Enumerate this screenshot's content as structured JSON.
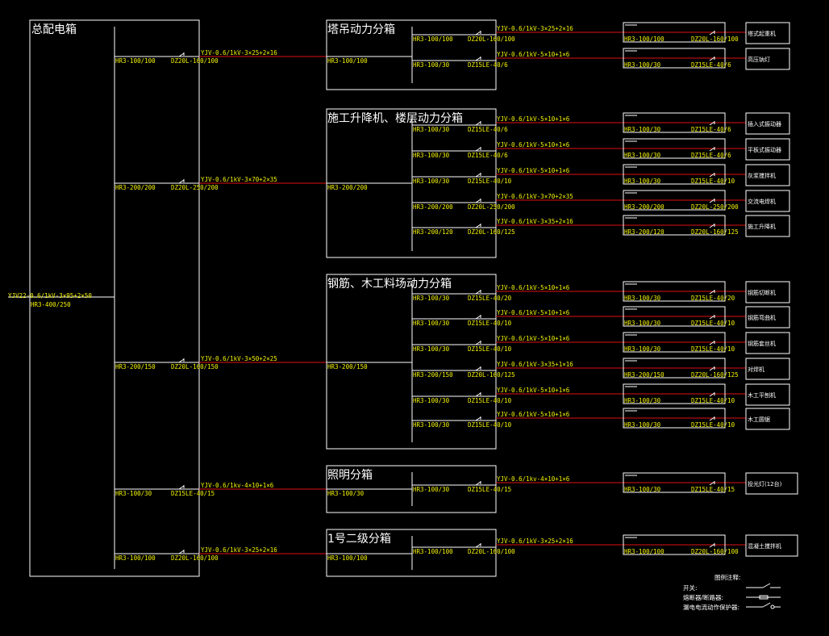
{
  "main_panel": {
    "title": "总配电箱",
    "incoming_cable": "YJV22-0.6/1kV-3×95+2×50",
    "incoming_switch": "HR3-400/250",
    "branches": [
      {
        "switch": "HR3-100/100",
        "breaker": "DZ20L-160/100",
        "cable": "YJV-0.6/1kV-3×25+2×16"
      },
      {
        "switch": "HR3-200/200",
        "breaker": "DZ20L-250/200",
        "cable": "YJV-0.6/1kV-3×70+2×35"
      },
      {
        "switch": "HR3-200/150",
        "breaker": "DZ20L-160/150",
        "cable": "YJV-0.6/1kV-3×50+2×25"
      },
      {
        "switch": "HR3-100/30",
        "breaker": "DZ15LE-40/15",
        "cable": "YJV-0.6/1kv-4×10+1×6"
      },
      {
        "switch": "HR3-100/100",
        "breaker": "DZ20L-160/100",
        "cable": "YJV-0.6/1kV-3×25+2×16"
      }
    ]
  },
  "sub_panels": [
    {
      "title": "塔吊动力分箱",
      "incoming_switch": "HR3-100/100",
      "outputs": [
        {
          "switch": "HR3-100/100",
          "breaker": "DZ20L-160/100",
          "cable": "YJV-0.6/1kV-3×25+2×16",
          "box_switch": "HR3-100/100",
          "box_breaker": "DZ20L-160/100",
          "load": "塔式起重机"
        },
        {
          "switch": "HR3-100/30",
          "breaker": "DZ15LE-40/6",
          "cable": "YJV-0.6/1kV-5×10+1×6",
          "box_switch": "HR3-100/30",
          "box_breaker": "DZ15LE-40/6",
          "load": "高压钠灯"
        }
      ]
    },
    {
      "title": "施工升降机、楼层动力分箱",
      "incoming_switch": "HR3-200/200",
      "outputs": [
        {
          "switch": "HR3-100/30",
          "breaker": "DZ15LE-40/6",
          "cable": "YJV-0.6/1kV-5×10+1×6",
          "box_switch": "HR3-100/30",
          "box_breaker": "DZ15LE-40/6",
          "load": "插入式振动器"
        },
        {
          "switch": "HR3-100/30",
          "breaker": "DZ15LE-40/6",
          "cable": "YJV-0.6/1kV-5×10+1×6",
          "box_switch": "HR3-100/30",
          "box_breaker": "DZ15LE-40/6",
          "load": "平板式振动器"
        },
        {
          "switch": "HR3-100/30",
          "breaker": "DZ15LE-40/10",
          "cable": "YJV-0.6/1kV-5×10+1×6",
          "box_switch": "HR3-100/30",
          "box_breaker": "DZ15LE-40/10",
          "load": "灰浆搅拌机"
        },
        {
          "switch": "HR3-200/200",
          "breaker": "DZ20L-250/200",
          "cable": "YJV-0.6/1kV-3×70+2×35",
          "box_switch": "HR3-200/200",
          "box_breaker": "DZ20L-250/200",
          "load": "交流电焊机"
        },
        {
          "switch": "HR3-200/120",
          "breaker": "DZ20L-160/125",
          "cable": "YJV-0.6/1kV-3×35+2×16",
          "box_switch": "HR3-200/120",
          "box_breaker": "DZ20L-160/125",
          "load": "施工升降机"
        }
      ]
    },
    {
      "title": "钢筋、木工料场动力分箱",
      "incoming_switch": "HR3-200/150",
      "outputs": [
        {
          "switch": "HR3-100/30",
          "breaker": "DZ15LE-40/20",
          "cable": "YJV-0.6/1kV-5×10+1×6",
          "box_switch": "HR3-100/30",
          "box_breaker": "DZ15LE-40/20",
          "load": "钢筋切断机"
        },
        {
          "switch": "HR3-100/30",
          "breaker": "DZ15LE-40/10",
          "cable": "YJV-0.6/1kV-5×10+1×6",
          "box_switch": "HR3-100/30",
          "box_breaker": "DZ15LE-40/10",
          "load": "钢筋弯曲机"
        },
        {
          "switch": "HR3-100/30",
          "breaker": "DZ15LE-40/10",
          "cable": "YJV-0.6/1kV-5×10+1×6",
          "box_switch": "HR3-100/30",
          "box_breaker": "DZ15LE-40/10",
          "load": "钢筋套丝机"
        },
        {
          "switch": "HR3-200/150",
          "breaker": "DZ20L-160/125",
          "cable": "YJV-0.6/1kV-3×35+1×16",
          "box_switch": "HR3-200/150",
          "box_breaker": "DZ20L-160/125",
          "load": "对焊机"
        },
        {
          "switch": "HR3-100/30",
          "breaker": "DZ15LE-40/10",
          "cable": "YJV-0.6/1kV-5×10+1×6",
          "box_switch": "HR3-100/30",
          "box_breaker": "DZ15LE-40/10",
          "load": "木工平刨机"
        },
        {
          "switch": "HR3-100/30",
          "breaker": "DZ15LE-40/10",
          "cable": "YJV-0.6/1kV-5×10+1×6",
          "box_switch": "HR3-100/30",
          "box_breaker": "DZ15LE-40/10",
          "load": "木工圆锯"
        }
      ]
    },
    {
      "title": "照明分箱",
      "incoming_switch": "HR3-100/30",
      "outputs": [
        {
          "switch": "HR3-100/30",
          "breaker": "DZ15LE-40/15",
          "cable": "YJV-0.6/1kv-4×10+1×6",
          "box_switch": "HR3-100/30",
          "box_breaker": "DZ15LE-40/15",
          "load": "投光灯(12台)"
        }
      ]
    },
    {
      "title": "1号二级分箱",
      "incoming_switch": "HR3-100/100",
      "outputs": [
        {
          "switch": "HR3-100/100",
          "breaker": "DZ20L-160/100",
          "cable": "YJV-0.6/1kV-3×25+2×16",
          "box_switch": "HR3-100/100",
          "box_breaker": "DZ20L-160/100",
          "load": "混凝土搅拌机"
        }
      ]
    }
  ],
  "legend": {
    "title": "图例注释:",
    "items": [
      "开关:",
      "熔断器/断路器:",
      "漏电电流动作保护器:"
    ]
  },
  "colors": {
    "background": "#000000",
    "lines": "#ffffff",
    "cables": "#e01010",
    "labels": "#f4f400"
  }
}
